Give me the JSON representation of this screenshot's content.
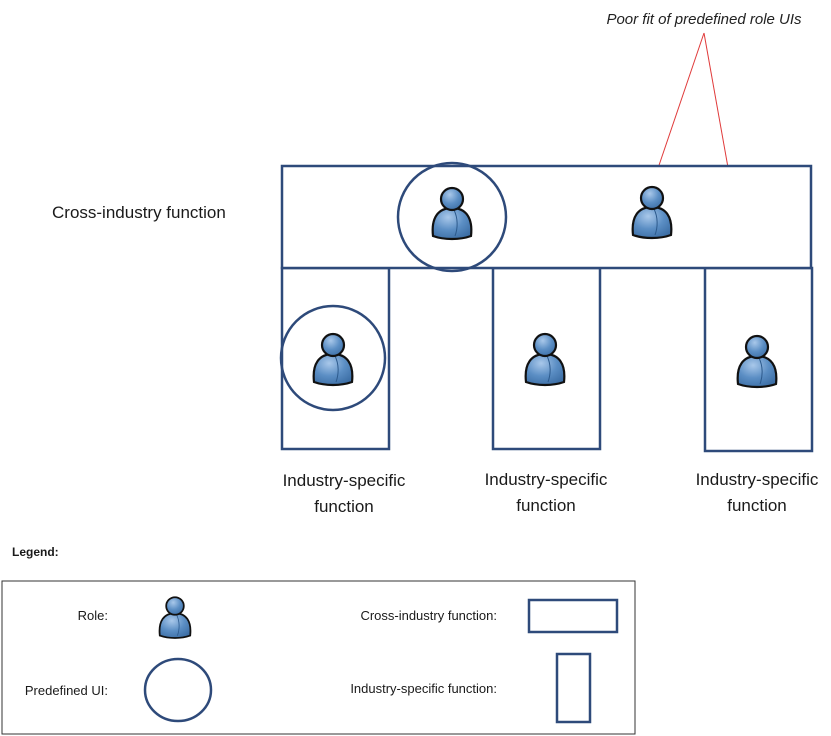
{
  "annotation": {
    "text": "Poor fit of predefined role UIs"
  },
  "diagram": {
    "cross_industry_label": "Cross-industry function",
    "industry_labels": [
      {
        "line1": "Industry-specific",
        "line2": "function"
      },
      {
        "line1": "Industry-specific",
        "line2": "function"
      },
      {
        "line1": "Industry-specific",
        "line2": "function"
      }
    ]
  },
  "legend": {
    "title": "Legend:",
    "role_label": "Role:",
    "predefined_ui_label": "Predefined UI:",
    "cross_industry_label": "Cross-industry function:",
    "industry_specific_label": "Industry-specific function:"
  },
  "colors": {
    "box_stroke": "#2e4a7a",
    "role_fill": "#5b8ec4",
    "role_stroke": "#111111",
    "arrow": "#e03a3a"
  },
  "icons": {
    "role": "person-icon",
    "predefined_ui": "circle-outline",
    "cross_industry": "wide-rectangle",
    "industry_specific": "tall-rectangle"
  }
}
